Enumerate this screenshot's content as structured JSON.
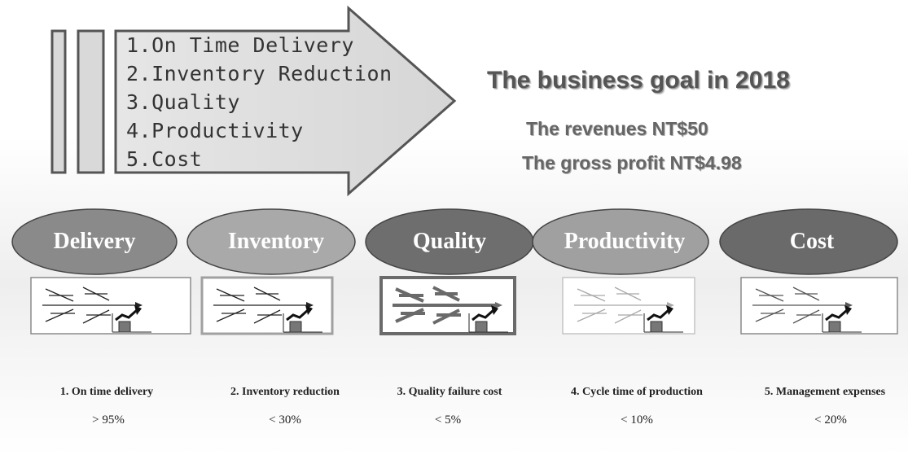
{
  "arrow": {
    "items": [
      "1.On Time Delivery",
      "2.Inventory Reduction",
      "3.Quality",
      "4.Productivity",
      "5.Cost"
    ]
  },
  "goal": {
    "title": "The business goal in 2018",
    "revenue": "The revenues  NT$50",
    "gross_profit": "The gross profit NT$4.98"
  },
  "categories": [
    {
      "name": "Delivery",
      "kpi": "1. On time delivery",
      "target": "> 95%",
      "oval_color": "#8a8a8a",
      "fishbone_color": "#222222",
      "frame_color": "#8a8a8a"
    },
    {
      "name": "Inventory",
      "kpi": "2. Inventory reduction",
      "target": "< 30%",
      "oval_color": "#a9a9a9",
      "fishbone_color": "#222222",
      "frame_color": "#a0a0a0"
    },
    {
      "name": "Quality",
      "kpi": "3. Quality failure  cost",
      "target": "< 5%",
      "oval_color": "#6e6e6e",
      "fishbone_color": "#6a6a6a",
      "frame_color": "#6a6a6a"
    },
    {
      "name": "Productivity",
      "kpi": "4. Cycle time of production",
      "target": "< 10%",
      "oval_color": "#a0a0a0",
      "fishbone_color": "#a8a8a8",
      "frame_color": "#c4c4c4"
    },
    {
      "name": "Cost",
      "kpi": "5. Management expenses",
      "target": "< 20%",
      "oval_color": "#6a6a6a",
      "fishbone_color": "#555555",
      "frame_color": "#8a8a8a"
    }
  ]
}
